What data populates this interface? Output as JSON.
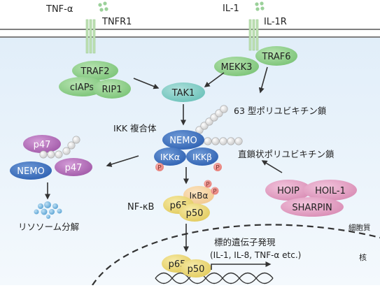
{
  "ligands": {
    "tnf_alpha": "TNF-α",
    "il1": "IL-1"
  },
  "receptors": {
    "tnfr1": "TNFR1",
    "il1r": "IL-1R"
  },
  "proteins": {
    "traf2": "TRAF2",
    "ciaps": "cIAPs",
    "rip1": "RIP1",
    "mekk3": "MEKK3",
    "traf6": "TRAF6",
    "tak1": "TAK1",
    "nemo": "NEMO",
    "ikk_alpha": "IKKα",
    "ikk_beta": "IKKβ",
    "p47": "p47",
    "p65": "p65",
    "p50": "p50",
    "ikb_alpha": "IκBα",
    "hoip": "HOIP",
    "hoil1": "HOIL-1",
    "sharpin": "SHARPIN",
    "phospho": "P"
  },
  "labels": {
    "ikk_complex": "IKK 複合体",
    "k63_chain": "63 型ポリユビキチン鎖",
    "linear_chain": "直鎖状ポリユビキチン鎖",
    "nfkb": "NF-κB",
    "lysosome": "リソソーム分解",
    "target_genes_title": "標的遺伝子発現",
    "target_genes_list": "(IL-1, IL-8, TNF-α etc.)",
    "cytoplasm": "細胞質",
    "nucleus": "核"
  },
  "colors": {
    "cytoplasm_top": "#e6f1fa",
    "cytoplasm_bottom": "#f2f8fc",
    "receptor": "#b9dcae",
    "green_protein": "#8fcf8a",
    "teal_protein": "#7fcbc4",
    "blue_protein": "#3f74c2",
    "purple_protein": "#b16bb8",
    "pink_protein": "#e3a3c5",
    "yellow_protein": "#ecd978",
    "phospho": "#ef8d88",
    "ubiquitin": "#e9e9e9",
    "arrow": "#333333"
  }
}
